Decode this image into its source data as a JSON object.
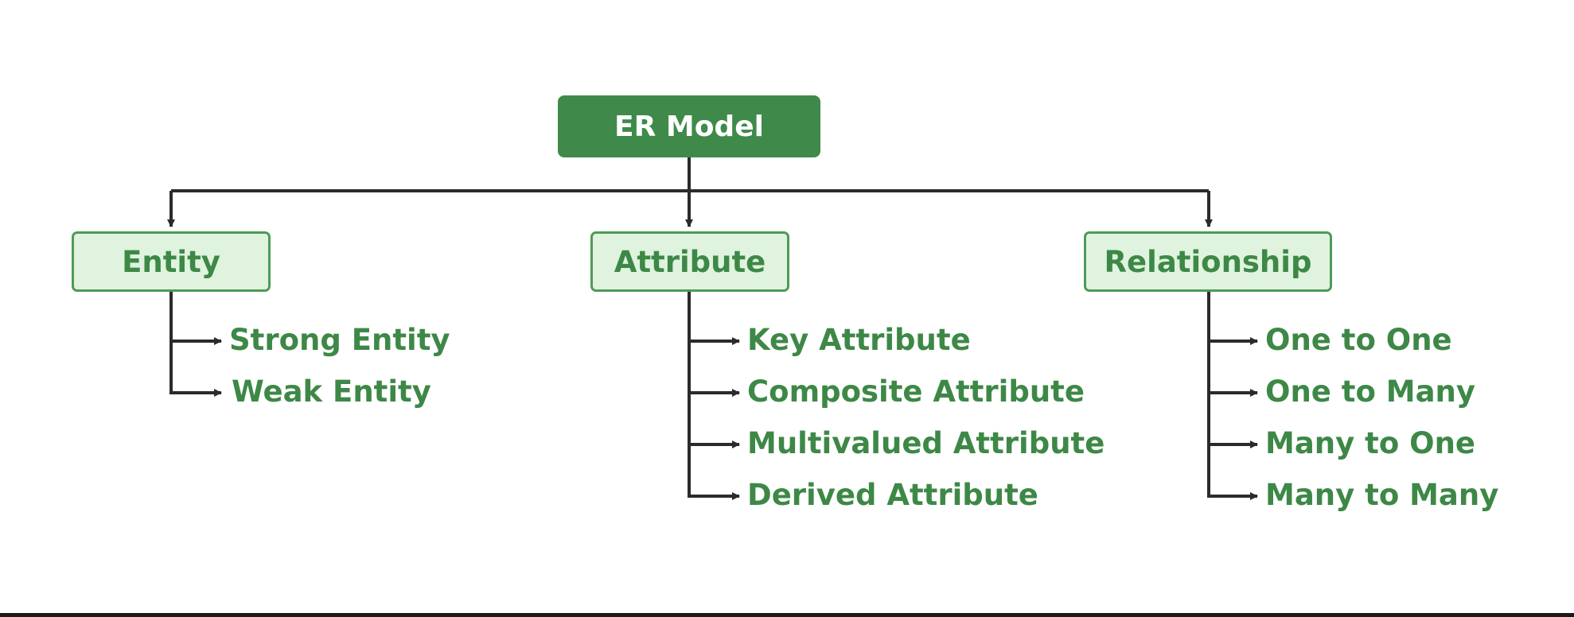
{
  "diagram": {
    "root": {
      "label": "ER Model"
    },
    "categories": [
      {
        "label": "Entity",
        "children": [
          "Strong Entity",
          "Weak Entity"
        ]
      },
      {
        "label": "Attribute",
        "children": [
          "Key Attribute",
          "Composite Attribute",
          "Multivalued Attribute",
          "Derived Attribute"
        ]
      },
      {
        "label": "Relationship",
        "children": [
          "One to One",
          "One to Many",
          "Many to One",
          "Many to Many"
        ]
      }
    ]
  },
  "colors": {
    "root_fill": "#3f8a4a",
    "category_fill": "#dff3df",
    "category_border": "#4f9a58",
    "text_green": "#3d8846",
    "connector": "#2b2b2b",
    "bottom_bar": "#1a1a1a"
  },
  "icons": {
    "connector_arrowhead": "arrowhead-icon"
  }
}
